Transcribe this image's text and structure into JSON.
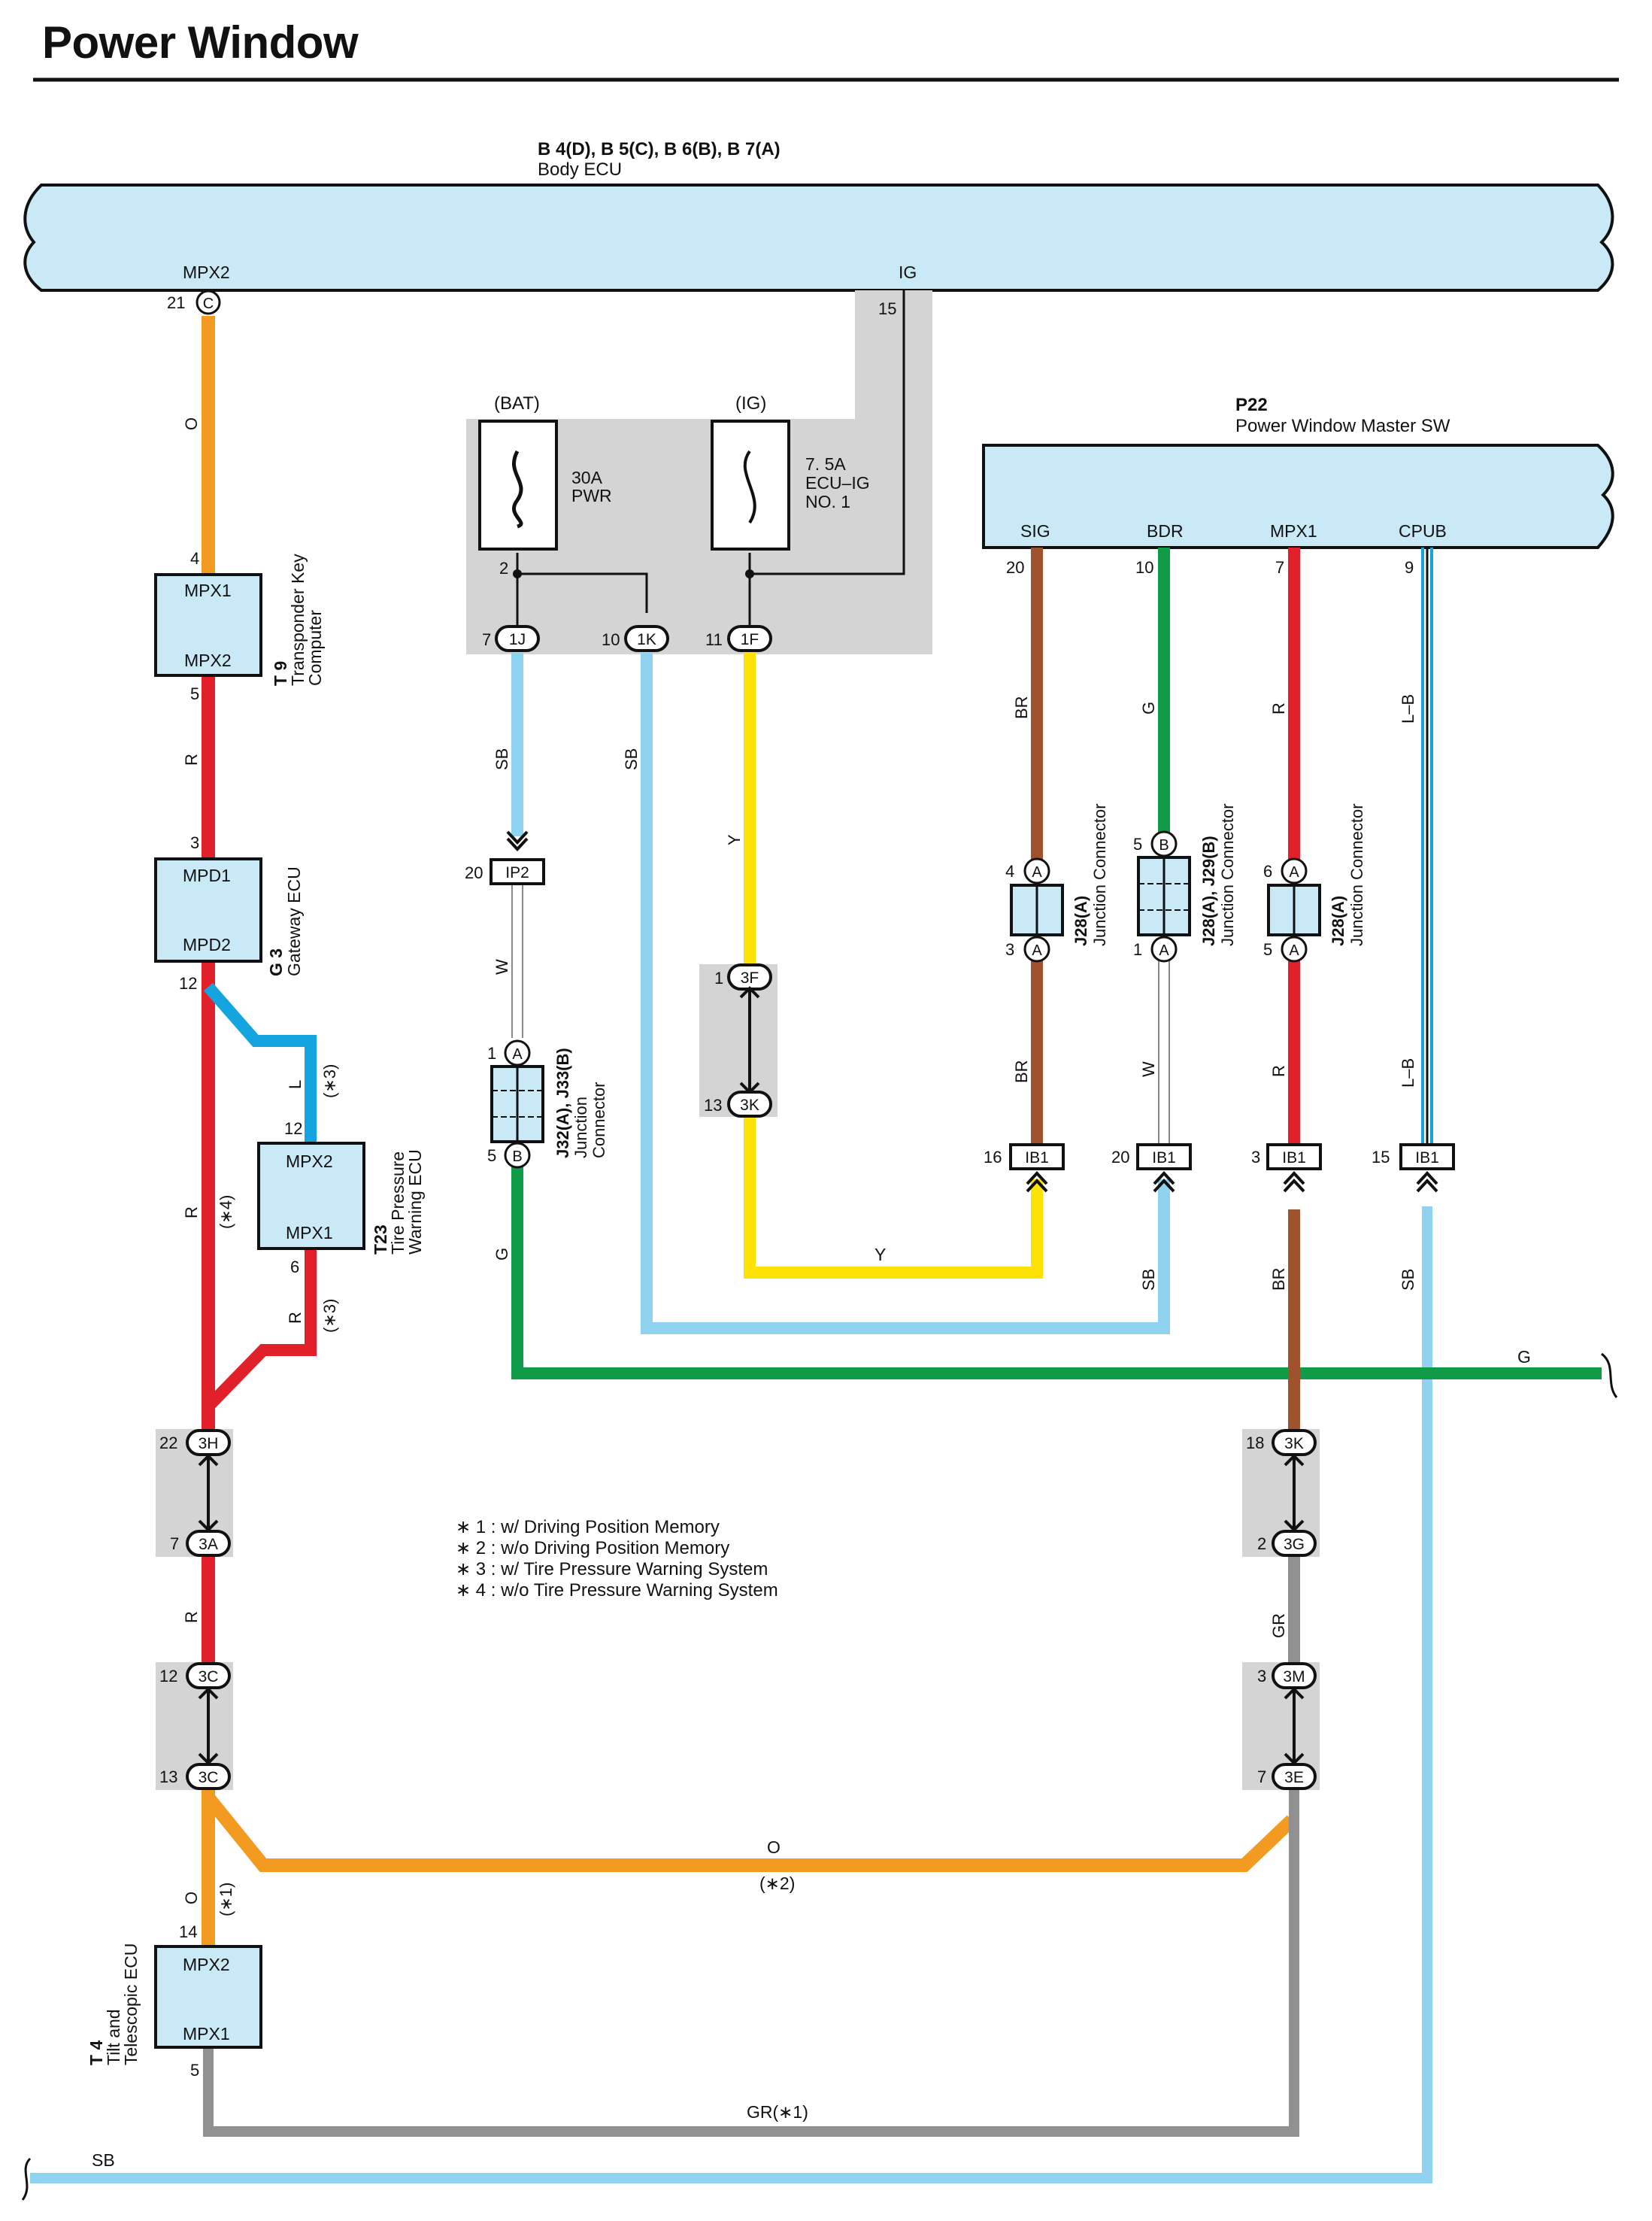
{
  "title": "Power Window",
  "body_ecu": {
    "connectors": "B 4(D), B 5(C), B 6(B), B 7(A)",
    "name": "Body ECU",
    "pins": {
      "mpx2": "MPX2",
      "ig": "IG"
    }
  },
  "master_sw": {
    "code": "P22",
    "name": "Power Window Master SW",
    "pins": [
      "SIG",
      "BDR",
      "MPX1",
      "CPUB"
    ]
  },
  "fuse_box": {
    "bat_label": "(BAT)",
    "ig_label": "(IG)",
    "fuse1": [
      "30A",
      "PWR"
    ],
    "fuse2": [
      "7. 5A",
      "ECU–IG",
      "NO. 1"
    ]
  },
  "ecus": {
    "t9": {
      "code": "T 9",
      "name": [
        "Transponder Key",
        "Computer"
      ],
      "top": "MPX1",
      "bottom": "MPX2"
    },
    "g3": {
      "code": "G 3",
      "name": [
        "Gateway ECU"
      ],
      "top": "MPD1",
      "bottom": "MPD2"
    },
    "t23": {
      "code": "T23",
      "name": [
        "Tire Pressure",
        "Warning ECU"
      ],
      "top": "MPX2",
      "bottom": "MPX1"
    },
    "t4": {
      "code": "T 4",
      "name": [
        "Tilt and",
        "Telescopic ECU"
      ],
      "top": "MPX2",
      "bottom": "MPX1"
    }
  },
  "junctions": {
    "j32": {
      "code": "J32(A), J33(B)",
      "name": [
        "Junction",
        "Connector"
      ]
    },
    "j28a": {
      "code": "J28(A)",
      "name": "Junction Connector"
    },
    "j28b": {
      "code": "J28(A), J29(B)",
      "name": "Junction Connector"
    },
    "j28c": {
      "code": "J28(A)",
      "name": "Junction Connector"
    }
  },
  "connector_ids": [
    "C",
    "1J",
    "1K",
    "1F",
    "IP2",
    "A",
    "B",
    "3F",
    "3K",
    "IB1",
    "3H",
    "3A",
    "3C",
    "3G",
    "3M",
    "3E"
  ],
  "pin_numbers": [
    "21",
    "15",
    "4",
    "5",
    "3",
    "12",
    "6",
    "2",
    "7",
    "10",
    "11",
    "20",
    "1",
    "13",
    "16",
    "9",
    "22",
    "18",
    "14"
  ],
  "wire_colors": [
    "O",
    "R",
    "L",
    "SB",
    "W",
    "G",
    "Y",
    "BR",
    "L–B",
    "GR",
    "GR(∗1)",
    "(∗2)",
    "(∗1)",
    "(∗3)",
    "(∗4)"
  ],
  "notes": [
    "∗ 1 : w/ Driving Position Memory",
    "∗ 2 : w/o Driving Position Memory",
    "∗ 3 : w/ Tire Pressure Warning System",
    "∗ 4 : w/o Tire Pressure Warning System"
  ],
  "colors": {
    "orange": "#f39a21",
    "red": "#e2202a",
    "lightblue": "#8fd3f1",
    "blue": "#14a5e0",
    "green": "#0f9b48",
    "yellow": "#ffe205",
    "brown": "#a0522d",
    "gray": "#909090",
    "box_fill": "#c9e9f7",
    "shade": "#d4d4d4"
  }
}
